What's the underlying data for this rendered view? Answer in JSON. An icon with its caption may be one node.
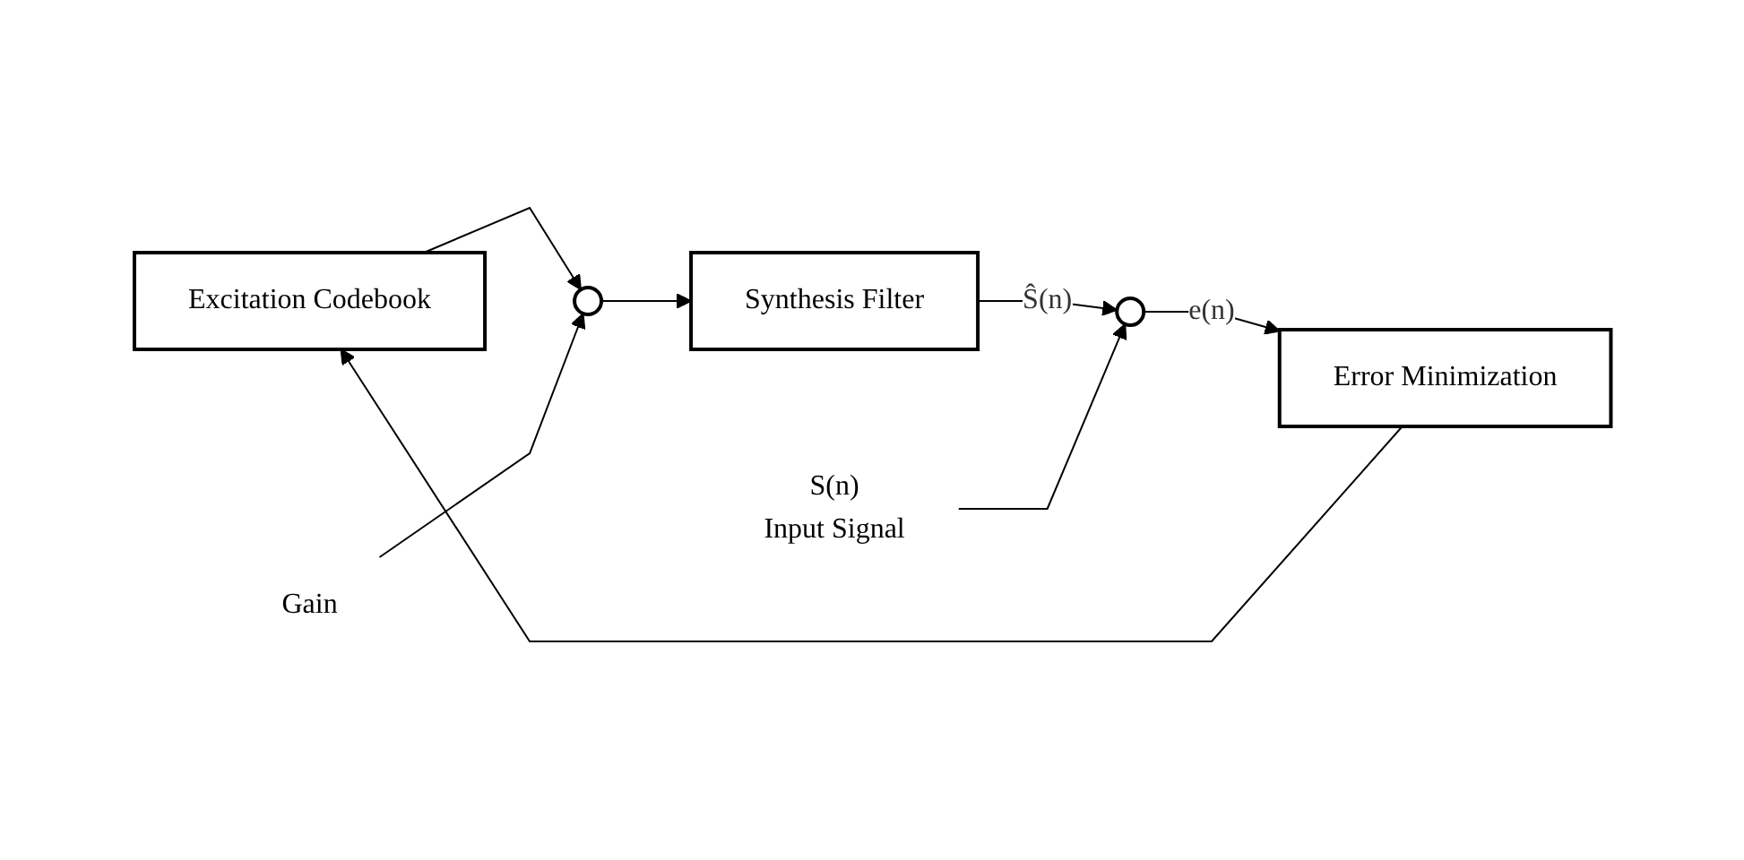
{
  "diagram": {
    "nodes": [
      {
        "text": [
          "Excitation Codebook"
        ]
      },
      {
        "text": [],
        "shape": "circle"
      },
      {
        "text": [
          "Synthesis Filter"
        ]
      },
      {
        "text": [],
        "shape": "circle"
      },
      {
        "text": [
          "Error Minimization"
        ]
      },
      {
        "text": [
          "Gain"
        ]
      },
      {
        "text": [
          "S(n)"
        ],
        "beside": [
          "Input Signal"
        ]
      }
    ],
    "edges": [
      {
        "from": 0,
        "to": 1,
        "arrow": "to"
      },
      {
        "from": 1,
        "to": 2,
        "arrow": "to"
      },
      {
        "from": 2,
        "to": 3,
        "arrow": "to",
        "label": "Ŝ(n)"
      },
      {
        "from": 6,
        "to": 3,
        "arrow": "to"
      },
      {
        "from": 5,
        "to": 1,
        "arrow": "to"
      },
      {
        "from": 3,
        "to": 4,
        "arrow": "to",
        "label": "e(n)"
      },
      {
        "from": 4,
        "to": 0,
        "arrow": "to"
      }
    ]
  }
}
